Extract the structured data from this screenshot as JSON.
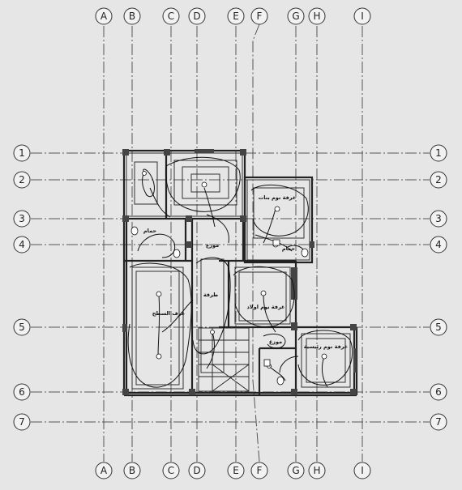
{
  "grid": {
    "columns": [
      "A",
      "B",
      "C",
      "D",
      "E",
      "F",
      "G",
      "H",
      "I"
    ],
    "rows": [
      "1",
      "2",
      "3",
      "4",
      "5",
      "6",
      "7"
    ]
  },
  "rooms": {
    "bathroom_1": "حمام",
    "bedroom_boys": "غرفة نوم بنات",
    "bathroom_2": "حمام",
    "hall_1": "موزع",
    "roof_room": "غرف السطح",
    "corridor": "طرقة",
    "bedroom_kids": "غرفة نوم اولاد",
    "hall_2": "موزع",
    "bedroom_master": "غرفة نوم رئيسية"
  }
}
